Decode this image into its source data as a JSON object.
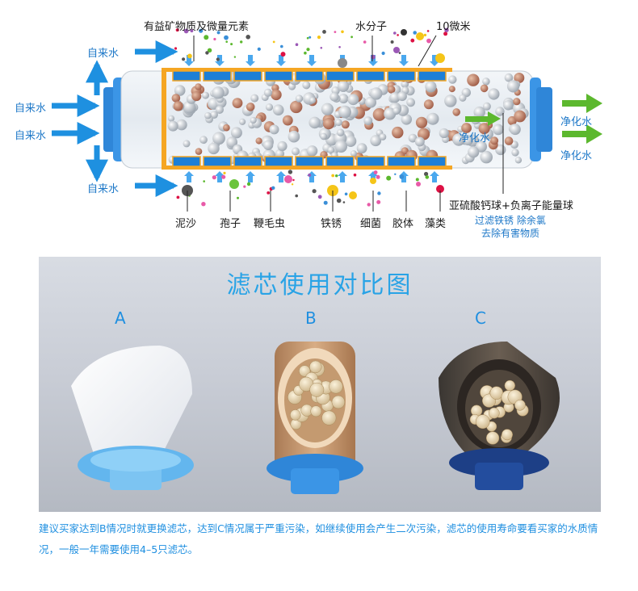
{
  "diagram": {
    "top_labels": {
      "minerals": "有益矿物质及微量元素",
      "water_molecule": "水分子",
      "micron": "10微米"
    },
    "inlet_label": "自来水",
    "outlet_label": "净化水",
    "inner_label": "净化水",
    "impurities": [
      "泥沙",
      "孢子",
      "鞭毛虫",
      "铁锈",
      "细菌",
      "胶体",
      "藻类"
    ],
    "ball_label": "亚硫酸钙球+负离子能量球",
    "ball_desc_1": "过滤铁锈 除余氯",
    "ball_desc_2": "去除有害物质"
  },
  "photo": {
    "title": "滤芯使用对比图",
    "samples": [
      {
        "letter": "A",
        "state": "new"
      },
      {
        "letter": "B",
        "state": "used"
      },
      {
        "letter": "C",
        "state": "heavily-polluted"
      }
    ]
  },
  "note": "建议买家达到B情况时就更换滤芯，达到C情况属于严重污染，如继续使用会产生二次污染，滤芯的使用寿命要看买家的水质情况，一般一年需要使用4–5只滤芯。",
  "colors": {
    "blue_arrow": "#1e90e0",
    "green_arrow": "#5cb82e",
    "orange_frame": "#f5a623",
    "cap_blue": "#2f86d8",
    "title_blue": "#29a3e6"
  }
}
